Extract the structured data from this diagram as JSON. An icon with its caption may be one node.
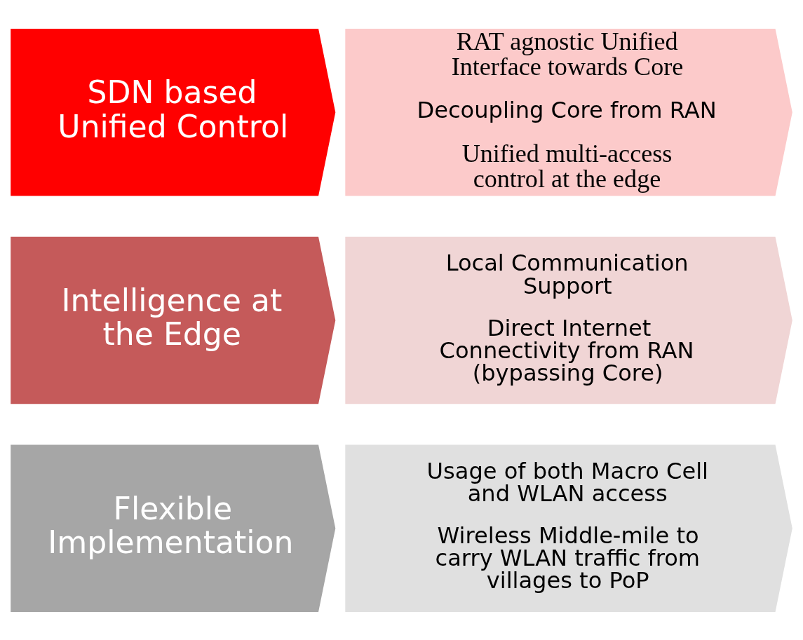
{
  "diagram": {
    "nodes": [
      {
        "text": [
          "Flexible Implementation"
        ]
      },
      {
        "text": [
          "Usage of both Macro Cell and WLAN access",
          "Wireless Middle-mile to carry WLAN traffic from villages to PoP"
        ]
      },
      {
        "text": [
          "Intelligence at the Edge"
        ]
      },
      {
        "text": [
          "Local Communication Support",
          "Direct Internet Connectivity from RAN (bypassing Core)"
        ]
      },
      {
        "text": [
          "SDN based Unified Control"
        ]
      },
      {
        "text": [
          "RAT agnostic Unified Interface towards Core",
          "Decoupling Core from RAN",
          "Unified multi-access control at the edge"
        ]
      }
    ],
    "edges": []
  }
}
